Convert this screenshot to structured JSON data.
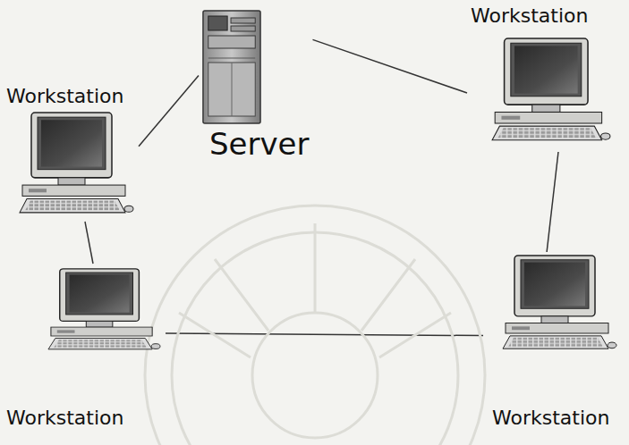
{
  "diagram": {
    "nodes": [
      {
        "text": [
          "Server"
        ]
      },
      {
        "text": [
          "Workstation"
        ]
      },
      {
        "text": [
          "Workstation"
        ]
      },
      {
        "text": [
          "Workstation"
        ]
      },
      {
        "text": [
          "Workstation"
        ]
      }
    ],
    "edges": [
      {
        "from": 0,
        "to": 1,
        "arrow": "none"
      },
      {
        "from": 0,
        "to": 2,
        "arrow": "none"
      },
      {
        "from": 1,
        "to": 3,
        "arrow": "none"
      },
      {
        "from": 2,
        "to": 4,
        "arrow": "none"
      },
      {
        "from": 3,
        "to": 4,
        "arrow": "none"
      }
    ]
  }
}
